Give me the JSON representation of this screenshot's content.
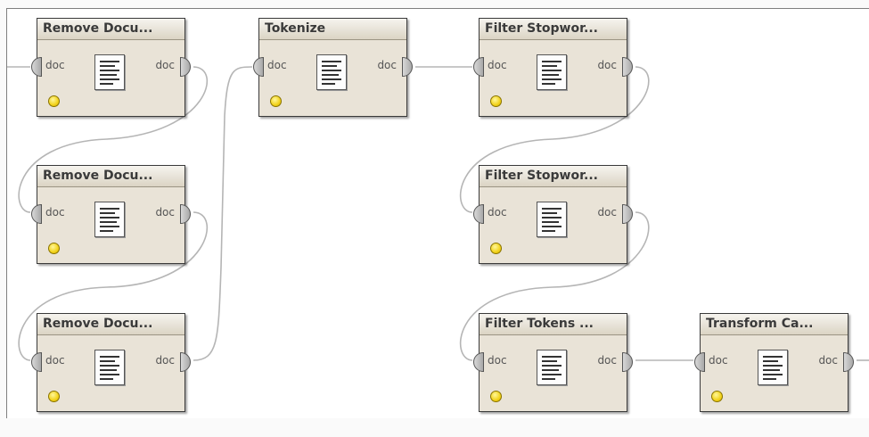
{
  "operators": [
    {
      "id": "op1",
      "title": "Remove Docu...",
      "in_port": "doc",
      "out_port": "doc"
    },
    {
      "id": "op2",
      "title": "Remove Docu...",
      "in_port": "doc",
      "out_port": "doc"
    },
    {
      "id": "op3",
      "title": "Remove Docu...",
      "in_port": "doc",
      "out_port": "doc"
    },
    {
      "id": "op4",
      "title": "Tokenize",
      "in_port": "doc",
      "out_port": "doc"
    },
    {
      "id": "op5",
      "title": "Filter Stopwor...",
      "in_port": "doc",
      "out_port": "doc"
    },
    {
      "id": "op6",
      "title": "Filter Stopwor...",
      "in_port": "doc",
      "out_port": "doc"
    },
    {
      "id": "op7",
      "title": "Filter Tokens ...",
      "in_port": "doc",
      "out_port": "doc"
    },
    {
      "id": "op8",
      "title": "Transform Ca...",
      "in_port": "doc",
      "out_port": "doc"
    }
  ],
  "operator_icon": "document-icon",
  "status_icon": "status-indicator-icon",
  "colors": {
    "operator_body": "#e9e3d7",
    "wire": "#b5b5b5",
    "status": "#f2d21a"
  }
}
